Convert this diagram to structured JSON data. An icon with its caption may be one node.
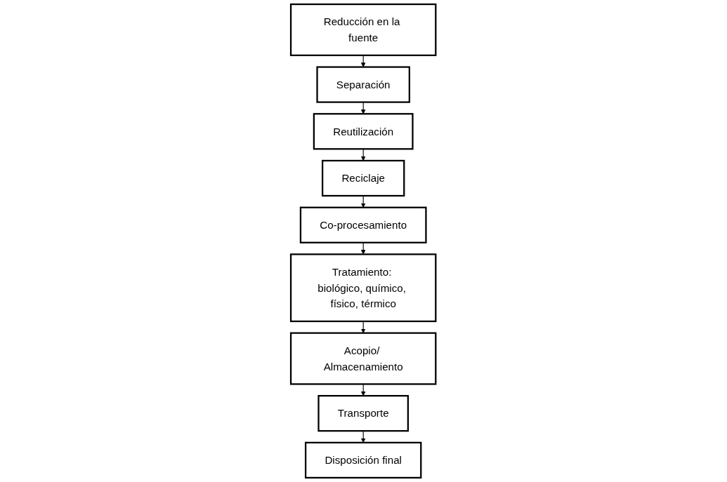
{
  "diagram": {
    "nodes": [
      {
        "text": [
          "Reducción en la fuente"
        ]
      },
      {
        "text": [
          "Separación"
        ]
      },
      {
        "text": [
          "Reutilización"
        ]
      },
      {
        "text": [
          "Reciclaje"
        ]
      },
      {
        "text": [
          "Co-procesamiento"
        ]
      },
      {
        "text": [
          "Tratamiento: biológico, químico, físico, térmico"
        ]
      },
      {
        "text": [
          "Acopio/ Almacenamiento"
        ]
      },
      {
        "text": [
          "Transporte"
        ]
      },
      {
        "text": [
          "Disposición final"
        ]
      }
    ],
    "edges": [
      {
        "from": 0,
        "to": 1,
        "arrow": "to"
      },
      {
        "from": 1,
        "to": 2,
        "arrow": "to"
      },
      {
        "from": 2,
        "to": 3,
        "arrow": "to"
      },
      {
        "from": 3,
        "to": 4,
        "arrow": "to"
      },
      {
        "from": 4,
        "to": 5,
        "arrow": "to"
      },
      {
        "from": 5,
        "to": 6,
        "arrow": "to"
      },
      {
        "from": 6,
        "to": 7,
        "arrow": "to"
      },
      {
        "from": 7,
        "to": 8,
        "arrow": "to"
      }
    ]
  }
}
